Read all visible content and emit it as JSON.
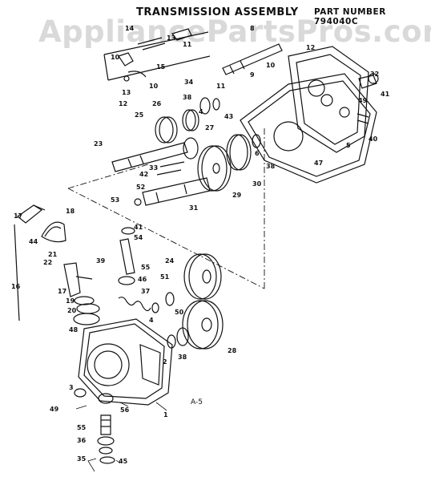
{
  "header": {
    "title": "TRANSMISSION ASSEMBLY",
    "part_number_text": "PART  NUMBER 794040C"
  },
  "watermark": "AppliancePartsPros.com",
  "figure_label": "A-5",
  "callouts": [
    "1",
    "2",
    "3",
    "4",
    "4",
    "5",
    "6",
    "8",
    "9",
    "10",
    "10",
    "11",
    "11",
    "12",
    "12",
    "13",
    "13",
    "14",
    "15",
    "16",
    "17",
    "17",
    "18",
    "19",
    "20",
    "21",
    "22",
    "23",
    "24",
    "25",
    "26",
    "27",
    "28",
    "29",
    "30",
    "31",
    "32",
    "33",
    "34",
    "35",
    "36",
    "37",
    "38",
    "38",
    "39",
    "40",
    "41",
    "42",
    "43",
    "44",
    "45",
    "46",
    "47",
    "48",
    "49",
    "49",
    "50",
    "51",
    "52",
    "53",
    "54",
    "55",
    "55",
    "56",
    "41"
  ]
}
